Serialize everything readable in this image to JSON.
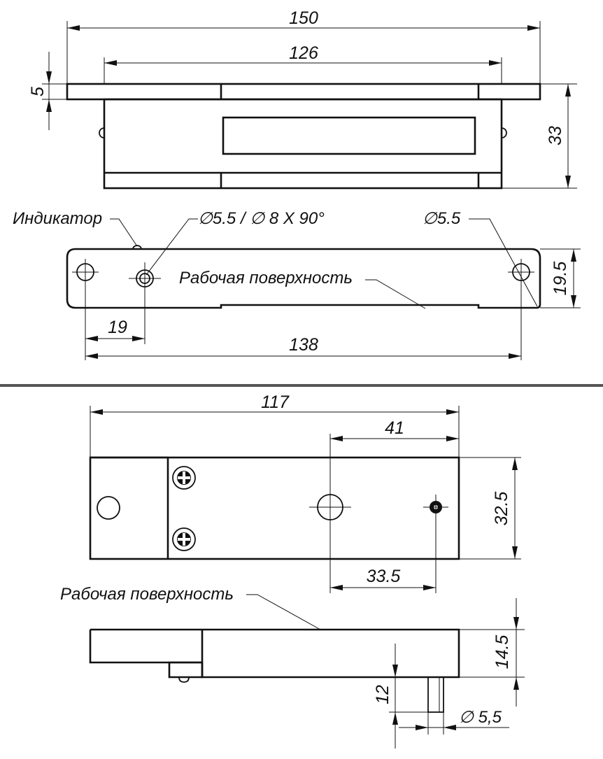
{
  "top_view": {
    "dim_width_total": "150",
    "dim_width_inner": "126",
    "dim_flange": "5",
    "dim_height": "33"
  },
  "side_view": {
    "label_indicator": "Индикатор",
    "label_hole_countersunk": "∅5.5 / ∅ 8 X 90°",
    "label_hole": "∅5.5",
    "label_working_surface": "Рабочая поверхность",
    "dim_height": "19.5",
    "dim_offset": "19",
    "dim_hole_spacing": "138"
  },
  "plate_view": {
    "dim_length": "117",
    "dim_hole_offset": "41",
    "dim_width": "32.5",
    "dim_pin_offset": "33.5"
  },
  "armature_side_view": {
    "label_working_surface": "Рабочая поверхность",
    "dim_thickness": "14.5",
    "dim_pin_length": "12",
    "dim_pin_diameter": "∅ 5,5"
  }
}
